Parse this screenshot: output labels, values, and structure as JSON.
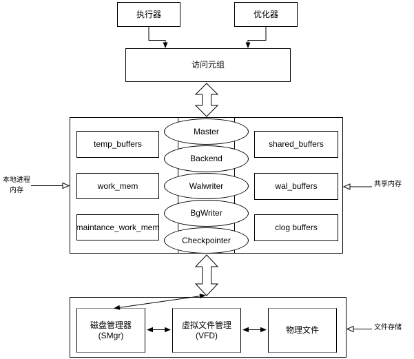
{
  "top": {
    "executor": "执行器",
    "optimizer": "优化器",
    "tuple_access": "访问元组"
  },
  "memory": {
    "local_label": [
      "本地进程",
      "内存"
    ],
    "shared_label": "共享内存",
    "local_boxes": [
      "temp_buffers",
      "work_mem",
      "maintance_work_mem"
    ],
    "shared_boxes": [
      "shared_buffers",
      "wal_buffers",
      "clog buffers"
    ],
    "processes": [
      "Master",
      "Backend",
      "Walwriter",
      "BgWriter",
      "Checkpointer"
    ]
  },
  "storage": {
    "label": "文件存储",
    "disk_manager": [
      "磁盘管理器",
      "(SMgr)"
    ],
    "virtual_file": [
      "虚拟文件管理",
      "(VFD)"
    ],
    "physical_files": "物理文件"
  },
  "colors": {
    "stroke": "#000000",
    "muted_border": "#8c8c8c",
    "background": "#ffffff"
  }
}
